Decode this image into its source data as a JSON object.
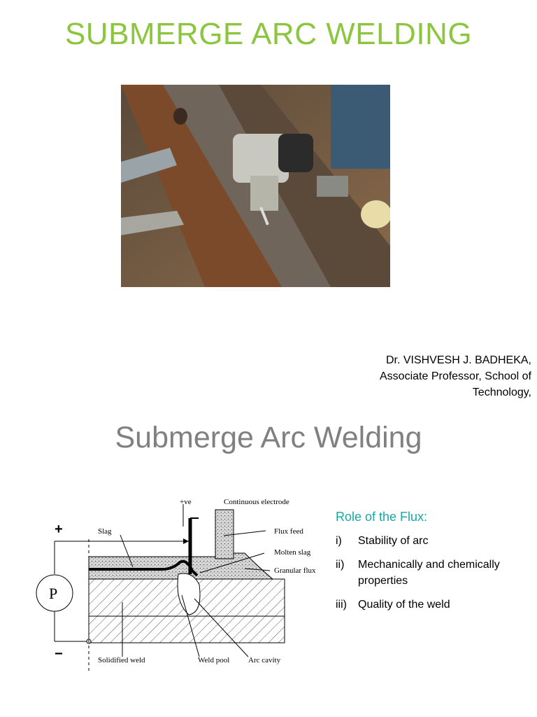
{
  "slide1": {
    "title": "SUBMERGE ARC WELDING",
    "author_lines": [
      "Dr. VISHVESH J. BADHEKA,",
      "Associate Professor, School of",
      "Technology,"
    ]
  },
  "slide2": {
    "title": "Submerge Arc Welding",
    "diagram": {
      "plus": "+",
      "minus": "−",
      "power_label": "P",
      "plus_ve": "+ve",
      "continuous_electrode": "Continuous electrode",
      "slag": "Slag",
      "flux_feed": "Flux feed",
      "molten_slag": "Molten slag",
      "granular_flux": "Granular flux",
      "solidified_weld": "Solidified weld",
      "weld_pool": "Weld pool",
      "arc_cavity": "Arc cavity"
    },
    "flux": {
      "heading": "Role of the Flux:",
      "items": [
        {
          "num": "i)",
          "text": "Stability of arc"
        },
        {
          "num": "ii)",
          "text": "Mechanically and chemically properties"
        },
        {
          "num": "iii)",
          "text": "Quality of the weld"
        }
      ]
    }
  },
  "colors": {
    "title_green": "#8cc63f",
    "title_gray": "#808080",
    "heading_teal": "#1aa7a0"
  }
}
